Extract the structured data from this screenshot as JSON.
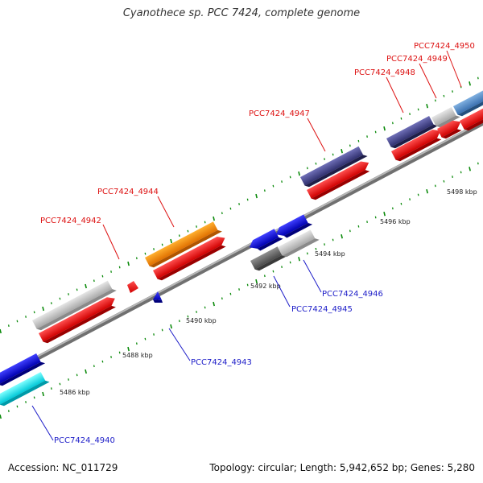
{
  "title": "Cyanothece sp. PCC 7424, complete genome",
  "footer": {
    "accession": "Accession: NC_011729",
    "genome_info": "Topology: circular; Length: 5,942,652 bp; Genes: 5,280"
  },
  "colors": {
    "forward_label": "#dd1111",
    "reverse_label": "#1c1cc8",
    "backbone": "#9a9a9a",
    "tick": "#0a8a0a"
  },
  "kbp_labels": [
    "5486 kbp",
    "5488 kbp",
    "5490 kbp",
    "5492 kbp",
    "5494 kbp",
    "5496 kbp",
    "5498 kbp"
  ],
  "gene_labels": {
    "g4940": "PCC7424_4940",
    "g4942": "PCC7424_4942",
    "g4943": "PCC7424_4943",
    "g4944": "PCC7424_4944",
    "g4945": "PCC7424_4945",
    "g4946": "PCC7424_4946",
    "g4947": "PCC7424_4947",
    "g4948": "PCC7424_4948",
    "g4949": "PCC7424_4949",
    "g4950": "PCC7424_4950"
  }
}
